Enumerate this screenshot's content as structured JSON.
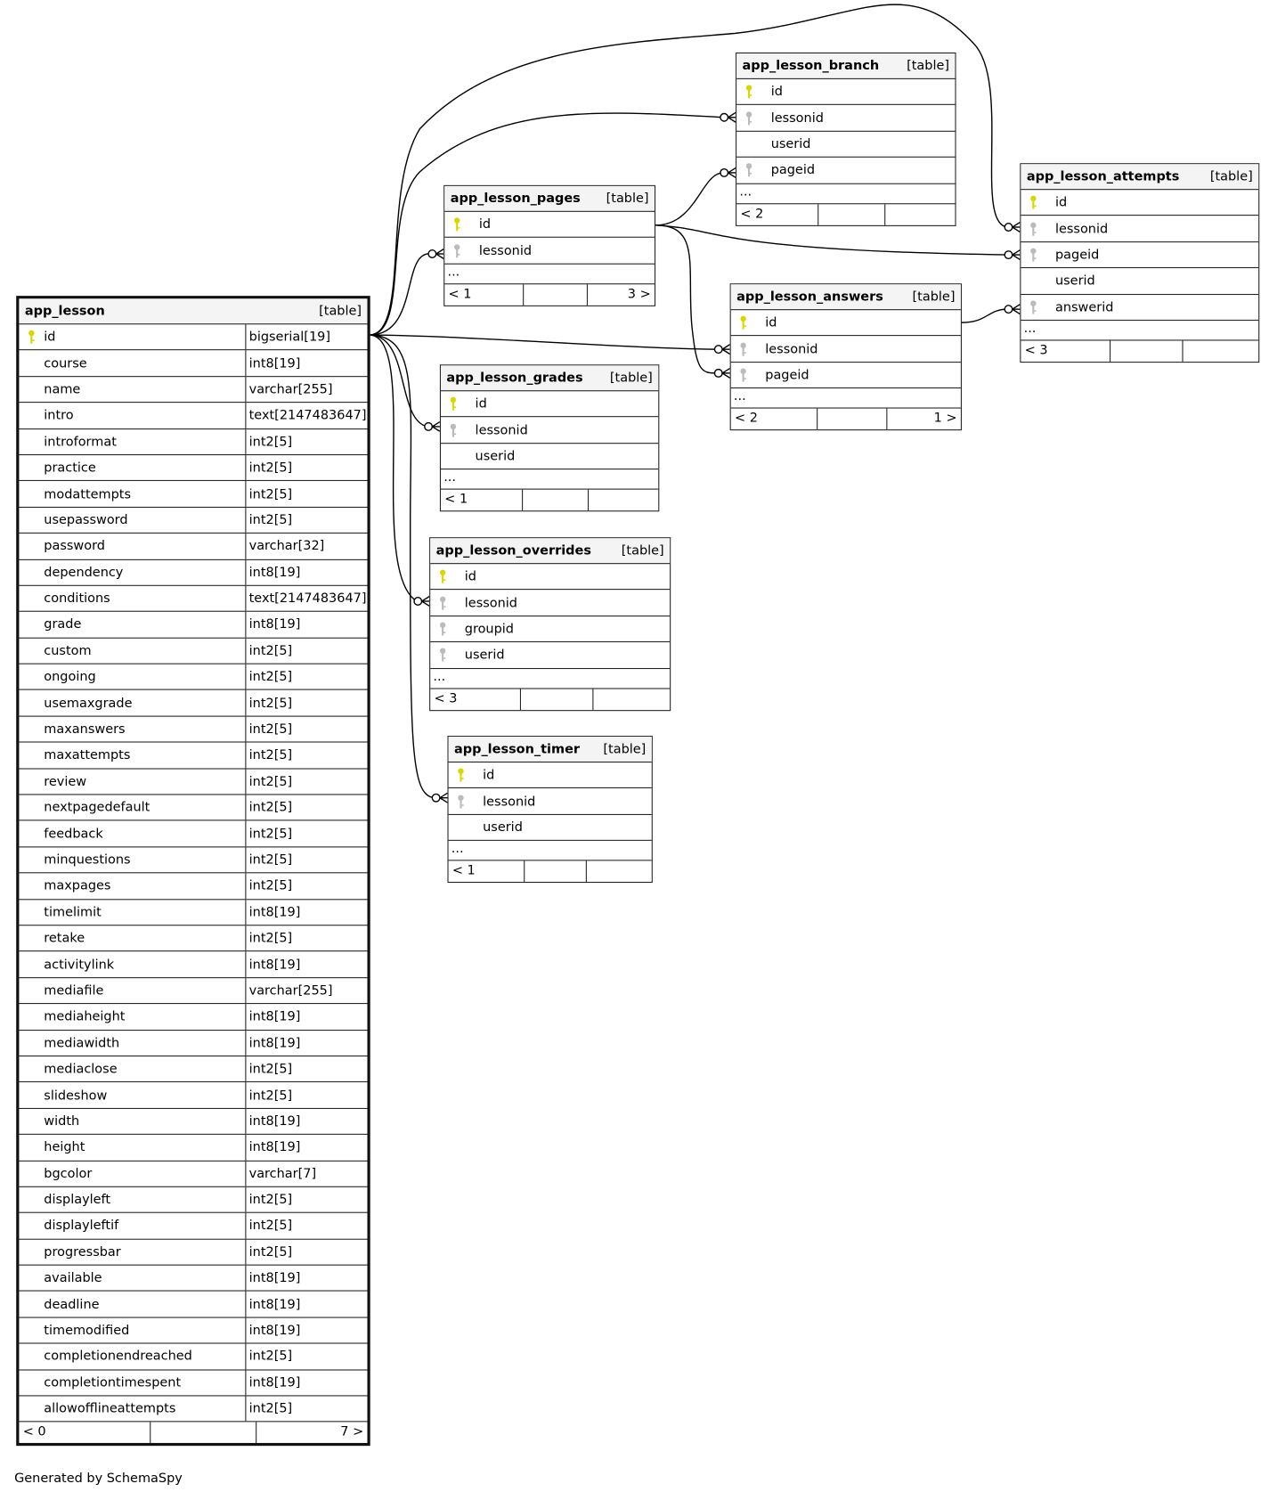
{
  "tables": [
    {
      "id": "app_lesson",
      "name": "app_lesson",
      "kind": "[table]",
      "columns": [
        {
          "name": "id",
          "type": "bigserial[19]",
          "key": "pk"
        },
        {
          "name": "course",
          "type": "int8[19]"
        },
        {
          "name": "name",
          "type": "varchar[255]"
        },
        {
          "name": "intro",
          "type": "text[2147483647]"
        },
        {
          "name": "introformat",
          "type": "int2[5]"
        },
        {
          "name": "practice",
          "type": "int2[5]"
        },
        {
          "name": "modattempts",
          "type": "int2[5]"
        },
        {
          "name": "usepassword",
          "type": "int2[5]"
        },
        {
          "name": "password",
          "type": "varchar[32]"
        },
        {
          "name": "dependency",
          "type": "int8[19]"
        },
        {
          "name": "conditions",
          "type": "text[2147483647]"
        },
        {
          "name": "grade",
          "type": "int8[19]"
        },
        {
          "name": "custom",
          "type": "int2[5]"
        },
        {
          "name": "ongoing",
          "type": "int2[5]"
        },
        {
          "name": "usemaxgrade",
          "type": "int2[5]"
        },
        {
          "name": "maxanswers",
          "type": "int2[5]"
        },
        {
          "name": "maxattempts",
          "type": "int2[5]"
        },
        {
          "name": "review",
          "type": "int2[5]"
        },
        {
          "name": "nextpagedefault",
          "type": "int2[5]"
        },
        {
          "name": "feedback",
          "type": "int2[5]"
        },
        {
          "name": "minquestions",
          "type": "int2[5]"
        },
        {
          "name": "maxpages",
          "type": "int2[5]"
        },
        {
          "name": "timelimit",
          "type": "int8[19]"
        },
        {
          "name": "retake",
          "type": "int2[5]"
        },
        {
          "name": "activitylink",
          "type": "int8[19]"
        },
        {
          "name": "mediafile",
          "type": "varchar[255]"
        },
        {
          "name": "mediaheight",
          "type": "int8[19]"
        },
        {
          "name": "mediawidth",
          "type": "int8[19]"
        },
        {
          "name": "mediaclose",
          "type": "int2[5]"
        },
        {
          "name": "slideshow",
          "type": "int2[5]"
        },
        {
          "name": "width",
          "type": "int8[19]"
        },
        {
          "name": "height",
          "type": "int8[19]"
        },
        {
          "name": "bgcolor",
          "type": "varchar[7]"
        },
        {
          "name": "displayleft",
          "type": "int2[5]"
        },
        {
          "name": "displayleftif",
          "type": "int2[5]"
        },
        {
          "name": "progressbar",
          "type": "int2[5]"
        },
        {
          "name": "available",
          "type": "int8[19]"
        },
        {
          "name": "deadline",
          "type": "int8[19]"
        },
        {
          "name": "timemodified",
          "type": "int8[19]"
        },
        {
          "name": "completionendreached",
          "type": "int2[5]"
        },
        {
          "name": "completiontimespent",
          "type": "int8[19]"
        },
        {
          "name": "allowofflineattempts",
          "type": "int2[5]"
        }
      ],
      "footer": {
        "left": "< 0",
        "right": "7 >"
      }
    },
    {
      "id": "app_lesson_branch",
      "name": "app_lesson_branch",
      "kind": "[table]",
      "columns": [
        {
          "name": "id",
          "key": "pk"
        },
        {
          "name": "lessonid",
          "key": "fk"
        },
        {
          "name": "userid"
        },
        {
          "name": "pageid",
          "key": "fk"
        }
      ],
      "ellipsis": "...",
      "footer": {
        "left": "< 2",
        "right": ""
      }
    },
    {
      "id": "app_lesson_pages",
      "name": "app_lesson_pages",
      "kind": "[table]",
      "columns": [
        {
          "name": "id",
          "key": "pk"
        },
        {
          "name": "lessonid",
          "key": "fk"
        }
      ],
      "ellipsis": "...",
      "footer": {
        "left": "< 1",
        "right": "3 >"
      }
    },
    {
      "id": "app_lesson_attempts",
      "name": "app_lesson_attempts",
      "kind": "[table]",
      "columns": [
        {
          "name": "id",
          "key": "pk"
        },
        {
          "name": "lessonid",
          "key": "fk"
        },
        {
          "name": "pageid",
          "key": "fk"
        },
        {
          "name": "userid"
        },
        {
          "name": "answerid",
          "key": "fk"
        }
      ],
      "ellipsis": "...",
      "footer": {
        "left": "< 3",
        "right": ""
      }
    },
    {
      "id": "app_lesson_answers",
      "name": "app_lesson_answers",
      "kind": "[table]",
      "columns": [
        {
          "name": "id",
          "key": "pk"
        },
        {
          "name": "lessonid",
          "key": "fk"
        },
        {
          "name": "pageid",
          "key": "fk"
        }
      ],
      "ellipsis": "...",
      "footer": {
        "left": "< 2",
        "right": "1 >"
      }
    },
    {
      "id": "app_lesson_grades",
      "name": "app_lesson_grades",
      "kind": "[table]",
      "columns": [
        {
          "name": "id",
          "key": "pk"
        },
        {
          "name": "lessonid",
          "key": "fk"
        },
        {
          "name": "userid"
        }
      ],
      "ellipsis": "...",
      "footer": {
        "left": "< 1",
        "right": ""
      }
    },
    {
      "id": "app_lesson_overrides",
      "name": "app_lesson_overrides",
      "kind": "[table]",
      "columns": [
        {
          "name": "id",
          "key": "pk"
        },
        {
          "name": "lessonid",
          "key": "fk"
        },
        {
          "name": "groupid",
          "key": "fk"
        },
        {
          "name": "userid",
          "key": "fk"
        }
      ],
      "ellipsis": "...",
      "footer": {
        "left": "< 3",
        "right": ""
      }
    },
    {
      "id": "app_lesson_timer",
      "name": "app_lesson_timer",
      "kind": "[table]",
      "columns": [
        {
          "name": "id",
          "key": "pk"
        },
        {
          "name": "lessonid",
          "key": "fk"
        },
        {
          "name": "userid"
        }
      ],
      "ellipsis": "...",
      "footer": {
        "left": "< 1",
        "right": ""
      }
    }
  ],
  "colors": {
    "pk_key": "#d8d800",
    "fk_key": "#bbbbbb",
    "header_bg": "#f4f4f4"
  },
  "footer_text": "Generated by SchemaSpy"
}
